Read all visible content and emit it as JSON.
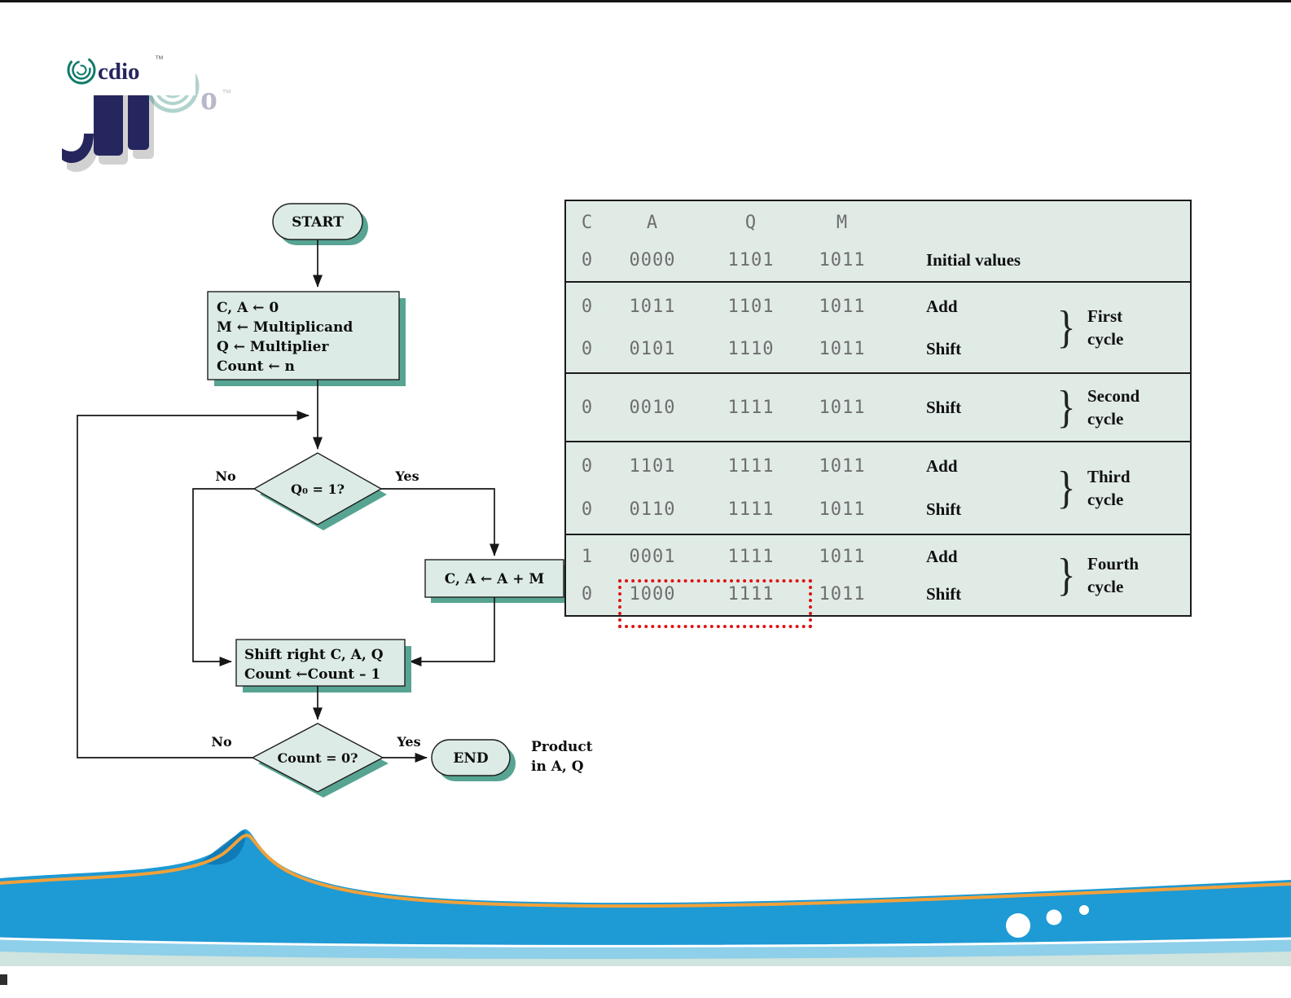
{
  "colors": {
    "box_fill": "#dcebe5",
    "box_shadow": "#57a493",
    "table_bg": "#e0ebe6",
    "wave_blue": "#1e9ad4",
    "wave_orange": "#f2a13a",
    "highlight_red": "#e01212",
    "logo_navy": "#26265e",
    "logo_teal": "#0f7a68"
  },
  "logo": {
    "text": "cdio",
    "tm": "™",
    "faded_text": "o",
    "faded_tm": "™"
  },
  "flowchart": {
    "start_label": "START",
    "init_lines": [
      "C, A ← 0",
      "M ← Multiplicand",
      "Q ← Multiplier",
      "Count ← n"
    ],
    "decision1": {
      "text": "Q₀ = 1?",
      "no": "No",
      "yes": "Yes"
    },
    "add_label": "C, A ← A + M",
    "shift_lines": [
      "Shift right C, A, Q",
      "Count ←Count – 1"
    ],
    "decision2": {
      "text": "Count = 0?",
      "no": "No",
      "yes": "Yes"
    },
    "end_label": "END",
    "product_lines": [
      "Product",
      "in A, Q"
    ]
  },
  "trace_table": {
    "headers": [
      "C",
      "A",
      "Q",
      "M"
    ],
    "brace": "}",
    "groups": [
      {
        "rows": [
          {
            "c": "0",
            "a": "0000",
            "q": "1101",
            "m": "1011"
          }
        ],
        "label": "Initial values"
      },
      {
        "rows": [
          {
            "c": "0",
            "a": "1011",
            "q": "1101",
            "m": "1011",
            "op": "Add"
          },
          {
            "c": "0",
            "a": "0101",
            "q": "1110",
            "m": "1011",
            "op": "Shift"
          }
        ],
        "cycle": [
          "First",
          "cycle"
        ]
      },
      {
        "rows": [
          {
            "c": "0",
            "a": "0010",
            "q": "1111",
            "m": "1011",
            "op": "Shift"
          }
        ],
        "cycle": [
          "Second",
          "cycle"
        ]
      },
      {
        "rows": [
          {
            "c": "0",
            "a": "1101",
            "q": "1111",
            "m": "1011",
            "op": "Add"
          },
          {
            "c": "0",
            "a": "0110",
            "q": "1111",
            "m": "1011",
            "op": "Shift"
          }
        ],
        "cycle": [
          "Third",
          "cycle"
        ]
      },
      {
        "rows": [
          {
            "c": "1",
            "a": "0001",
            "q": "1111",
            "m": "1011",
            "op": "Add"
          },
          {
            "c": "0",
            "a": "1000",
            "q": "1111",
            "m": "1011",
            "op": "Shift"
          }
        ],
        "cycle": [
          "Fourth",
          "cycle"
        ]
      }
    ]
  }
}
